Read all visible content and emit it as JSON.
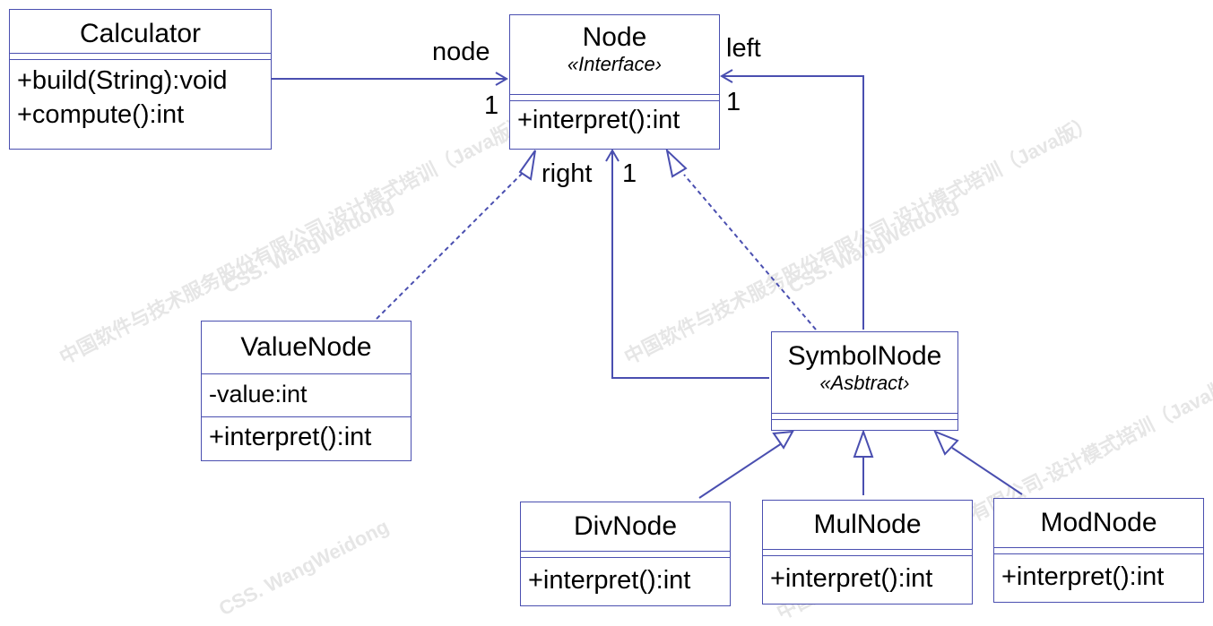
{
  "classes": {
    "calculator": {
      "name": "Calculator",
      "operations": [
        "+build(String):void",
        "+compute():int"
      ]
    },
    "node": {
      "name": "Node",
      "stereotype": "«Interface›",
      "operations": [
        "+interpret():int"
      ]
    },
    "value_node": {
      "name": "ValueNode",
      "attributes": [
        "-value:int"
      ],
      "operations": [
        "+interpret():int"
      ]
    },
    "symbol_node": {
      "name": "SymbolNode",
      "stereotype": "«Asbtract›"
    },
    "div_node": {
      "name": "DivNode",
      "operations": [
        "+interpret():int"
      ]
    },
    "mul_node": {
      "name": "MulNode",
      "operations": [
        "+interpret():int"
      ]
    },
    "mod_node": {
      "name": "ModNode",
      "operations": [
        "+interpret():int"
      ]
    }
  },
  "associations": {
    "calculator_node": {
      "role": "node",
      "multiplicity": "1"
    },
    "symbol_left": {
      "role": "left",
      "multiplicity": "1"
    },
    "symbol_right": {
      "role": "right",
      "multiplicity": "1"
    }
  },
  "watermark": {
    "company": "中国软件与技术服务股份有限公司-设计模式培训（Java版）",
    "author": "CSS. WangWeidong"
  },
  "colors": {
    "line": "#4a4fb0",
    "watermark": "#e6e6e6"
  }
}
